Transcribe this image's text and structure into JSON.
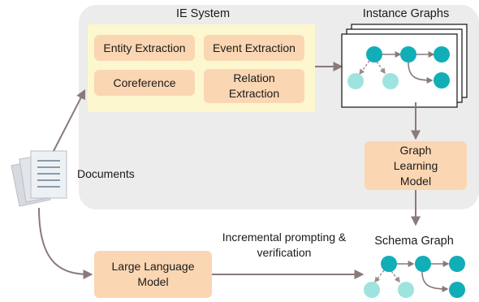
{
  "ie_system": {
    "title": "IE System",
    "modules": [
      "Entity Extraction",
      "Event Extraction",
      "Coreference",
      "Relation Extraction"
    ]
  },
  "instance_graphs": {
    "title": "Instance Graphs"
  },
  "graph_learning_model": {
    "label": "Graph Learning Model"
  },
  "documents": {
    "label": "Documents"
  },
  "llm": {
    "label": "Large Language Model"
  },
  "prompting_edge": {
    "label": "Incremental prompting & verification"
  },
  "schema_graph": {
    "title": "Schema Graph"
  },
  "colors": {
    "panel": "#ececec",
    "ie_panel": "#fdf7cf",
    "module_box": "#fbd6b3",
    "node_dark": "#11aeb8",
    "node_light": "#9fe3df",
    "arrow": "#8a7a7a"
  }
}
